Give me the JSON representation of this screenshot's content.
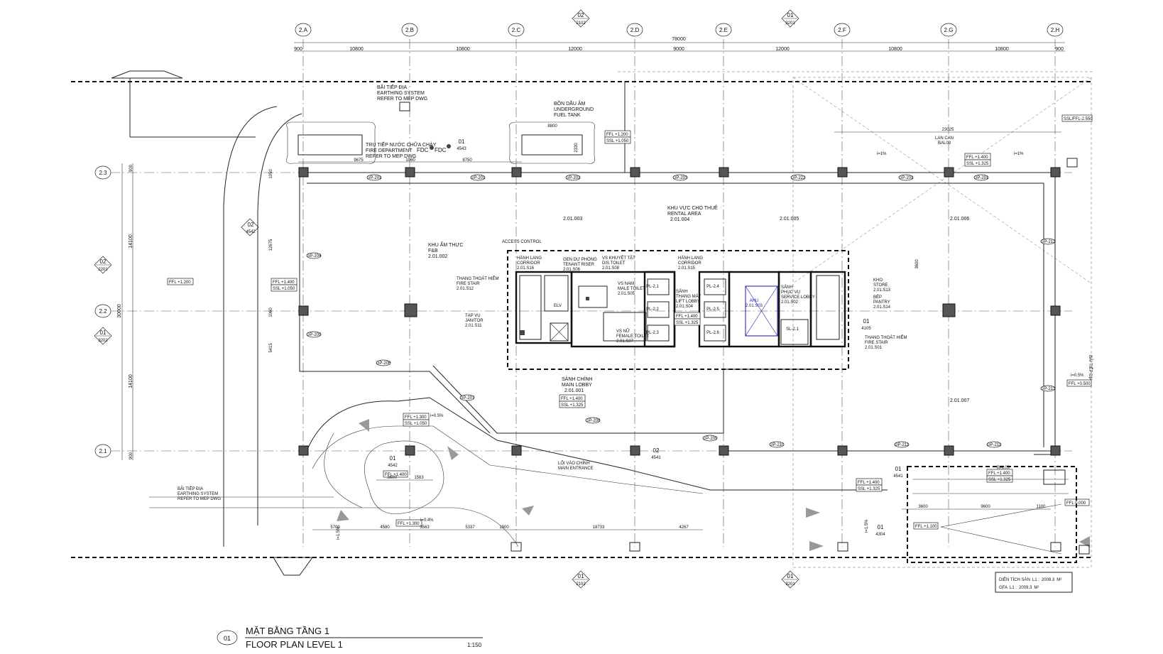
{
  "grid": {
    "columns": [
      "2.A",
      "2.B",
      "2.C",
      "2.D",
      "2.E",
      "2.F",
      "2.G",
      "2.H"
    ],
    "rows": [
      "2.3",
      "2.2",
      "2.1"
    ],
    "top_dims": [
      "900",
      "10800",
      "10800",
      "12000",
      "9000",
      "12000",
      "10800",
      "10800",
      "900"
    ],
    "overall": "78000",
    "left_dims": [
      "900",
      "14100",
      "14100",
      "900"
    ],
    "left_overall": "30000"
  },
  "refs": {
    "top_a": {
      "num": "02",
      "sheet": "2102"
    },
    "top_b": {
      "num": "01",
      "sheet": "3201"
    },
    "bot_a": {
      "num": "01",
      "sheet": "2102"
    },
    "bot_b": {
      "num": "01",
      "sheet": "3201"
    },
    "left_a": {
      "num": "02",
      "sheet": "2201"
    },
    "left_b": {
      "num": "01",
      "sheet": "3202"
    },
    "left_c": {
      "num": "02",
      "sheet": "4542"
    },
    "r_4543": {
      "num": "01",
      "sheet": "4543"
    },
    "r_4105": {
      "num": "01",
      "sheet": "4105"
    },
    "r_4541": {
      "num": "02",
      "sheet": "4541"
    },
    "r_4541b": {
      "num": "01",
      "sheet": "4541"
    },
    "r_4542": {
      "num": "01",
      "sheet": "4542"
    },
    "r_4304": {
      "num": "01",
      "sheet": "4304"
    }
  },
  "labels": {
    "earthing_top": [
      "BÃI TIẾP ĐỊA",
      "EARTHING SYSTEM",
      "REFER TO MEP DWG"
    ],
    "fuel_tank": [
      "BỒN DẦU ÂM",
      "UNDERGROUND",
      "FUEL TANK"
    ],
    "fire_dept": [
      "TRỤ TIẾP NƯỚC CHỮA CHÁY",
      "FIRE DEPARTMENT",
      "REFER TO MEP DWG"
    ],
    "fdc_a": "FDC",
    "fdc_b": "FDC",
    "lan_can": [
      "LAN CAN",
      "BAL03"
    ],
    "rental": [
      "KHU VỰC CHO THUÊ",
      "RENTAL AREA",
      "2.01.004"
    ],
    "r003": "2.01.003",
    "r005": "2.01.005",
    "r006": "2.01.006",
    "r007": "2.01.007",
    "fb": [
      "KHU ẨM THỰC",
      "F&B",
      "2.01.002"
    ],
    "access": "ACCESS CONTROL",
    "corr_l": [
      "HÀNH LANG",
      "CORRIDOR",
      "2.01.S16"
    ],
    "riser": [
      "GEN DỰ PHÒNG",
      "TENANT RISER",
      "2.01.S06"
    ],
    "dis_toilet": [
      "VS KHUYẾT TẬT",
      "DIS.TOILET",
      "2.01.S08"
    ],
    "corr_r": [
      "HÀNH LANG",
      "CORRIDOR",
      "2.01.S15"
    ],
    "fire_stair_l": [
      "THANG THOÁT HIỂM",
      "FIRE STAIR",
      "2.01.S12"
    ],
    "male": [
      "VS NAM",
      "MALE TOILET",
      "2.01.S05"
    ],
    "lift_lobby": [
      "SẢNH",
      "THANG MÁY",
      "LIFT LOBBY",
      "2.01.S04"
    ],
    "service_lobby": [
      "SẢNH",
      "PHỤC VỤ",
      "SERVICE LOBBY",
      "2.01.S02"
    ],
    "ahu": [
      "AHU",
      "2.01.S03"
    ],
    "store": [
      "KHO",
      "STORE",
      "2.01.S13"
    ],
    "pantry": [
      "BẾP",
      "PANTRY",
      "2.01.S14"
    ],
    "janitor": [
      "TẠP VỤ",
      "JANITOR",
      "2.01.S11"
    ],
    "female": [
      "VS NỮ",
      "FEMALE TOILET",
      "2.01.S07"
    ],
    "fire_stair_r": [
      "THANG THOÁT HIỂM",
      "FIRE STAIR",
      "2.01.S01"
    ],
    "elv": "ELV",
    "main_lobby": [
      "SẢNH CHÍNH",
      "MAIN LOBBY",
      "2.01.001"
    ],
    "main_entrance": [
      "LỐI VÀO CHÍNH",
      "MAIN ENTRANCE"
    ],
    "earthing_bot": [
      "BÃI TIẾP ĐỊA",
      "EARTHING SYSTEM",
      "REFER TO MEP DWG"
    ],
    "tiep_dia": "BÃI TIẾP ĐỊA",
    "pl": [
      "PL-2.1",
      "PL-2.2",
      "PL-2.3",
      "PL-2.4",
      "PL-2.5",
      "PL-2.6"
    ],
    "sl": "SL-2.1",
    "bal03": "BAL03"
  },
  "levels": {
    "ffl_1200": "FFL +1.200",
    "ffl_1200b": "FFL +1.200",
    "ssl_1050": "SSL +1.050",
    "ffl_1400": "FFL +1.400",
    "ssl_1325": "SSL +1.325",
    "ffl_1400_l": "FFL +1.400",
    "ssl_1050_l": "SSL +1.050",
    "ffl_1300": "FFL +1.300",
    "ssl_1050_r": "SSL +1.050",
    "ffl_1400_ramp": "FFL +1.400",
    "ffl_1300_b": "FFL +1.300",
    "ffl_1100": "FFL +1.100",
    "ffl_0500": "FFL +0.500",
    "ffl_0000": "FFL 0.000",
    "ssl_ffl": "SSL/FFL-2.550",
    "slope_a": "i=1%",
    "slope_b": "i=1%",
    "slope_c": "i=0.4%",
    "slope_d": "i=0.5%",
    "slope_e": "i=0.5%",
    "slope_f": "i=1.5%",
    "slope_g": "i=1.5%"
  },
  "dims": {
    "d23025": "23025",
    "d3600": "3600",
    "d9600": "9600",
    "d1100": "1100",
    "b5700": "5700",
    "b4580": "4580",
    "b3563": "3563",
    "b5337": "5337",
    "b1900": "1900",
    "b18733": "18733",
    "b4267": "4267",
    "d3600b": "3600",
    "d1563": "1563",
    "d9675": "9675",
    "d1060": "1060",
    "d8750": "8750",
    "d8800": "8800",
    "d2330": "2330",
    "d3600v": "3600",
    "d1050": "1050",
    "d12675": "12675",
    "d1060v": "1060",
    "d5415": "5415"
  },
  "grid_tags": [
    "GP-201",
    "GP-201",
    "GP-202",
    "GP-203",
    "GP-222",
    "GP-201",
    "GP-201",
    "GP-204",
    "GP-205",
    "GP-206",
    "GP-207",
    "GP-208",
    "GP-209",
    "GP-210",
    "GP-211",
    "GP-211",
    "GP-212",
    "GP-213"
  ],
  "area_table": {
    "row1": {
      "label": "DIỆN TÍCH SÀN",
      "level": "L1 :",
      "value": "2009.3",
      "unit": "M²"
    },
    "row2": {
      "label": "GFA",
      "level": "L1 :",
      "value": "2009.3",
      "unit": "M²"
    }
  },
  "title": {
    "num": "01",
    "vn": "MẶT BẰNG TẦNG 1",
    "en": "FLOOR PLAN LEVEL 1",
    "scale": "1:150"
  }
}
